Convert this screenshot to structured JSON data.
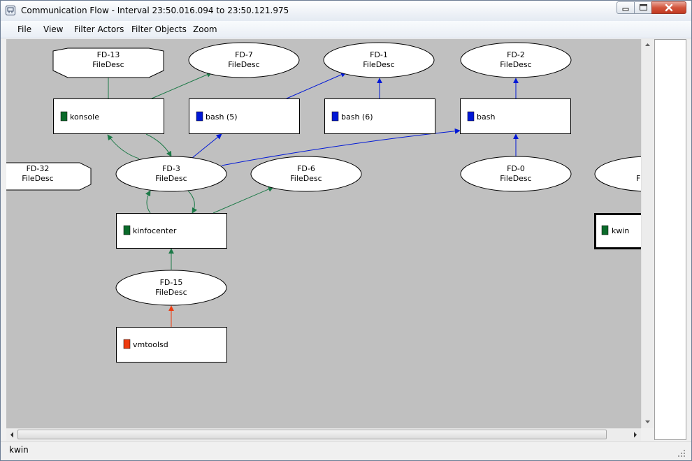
{
  "window": {
    "title": "Communication Flow - Interval 23:50.016.094 to 23:50.121.975"
  },
  "menu": {
    "items": [
      "File",
      "View",
      "Filter Actors",
      "Filter Objects",
      "Zoom"
    ]
  },
  "graph": {
    "fd_nodes": [
      {
        "name": "FD-13",
        "type": "FileDesc",
        "shape": "hexagon"
      },
      {
        "name": "FD-7",
        "type": "FileDesc",
        "shape": "ellipse"
      },
      {
        "name": "FD-1",
        "type": "FileDesc",
        "shape": "ellipse"
      },
      {
        "name": "FD-2",
        "type": "FileDesc",
        "shape": "ellipse"
      },
      {
        "name": "FD-32",
        "type": "FileDesc",
        "shape": "hexagon"
      },
      {
        "name": "FD-3",
        "type": "FileDesc",
        "shape": "ellipse"
      },
      {
        "name": "FD-6",
        "type": "FileDesc",
        "shape": "ellipse"
      },
      {
        "name": "FD-0",
        "type": "FileDesc",
        "shape": "ellipse"
      },
      {
        "name": "FD-15",
        "type": "FileDesc",
        "shape": "ellipse"
      },
      {
        "name": "",
        "type": "F",
        "shape": "ellipse",
        "partial": true
      }
    ],
    "actor_nodes": [
      {
        "name": "konsole",
        "color": "#0a6a2a"
      },
      {
        "name": "bash (5)",
        "color": "#0018d6"
      },
      {
        "name": "bash (6)",
        "color": "#0018d6"
      },
      {
        "name": "bash",
        "color": "#0018d6"
      },
      {
        "name": "kinfocenter",
        "color": "#0a6a2a"
      },
      {
        "name": "vmtoolsd",
        "color": "#ee3a0e"
      },
      {
        "name": "kwin",
        "color": "#0a6a2a",
        "selected": true
      }
    ],
    "edge_colors": {
      "green": "#1d7a48",
      "blue": "#0018d6",
      "red": "#ee3a0e"
    }
  },
  "statusbar": {
    "text": "kwin"
  }
}
